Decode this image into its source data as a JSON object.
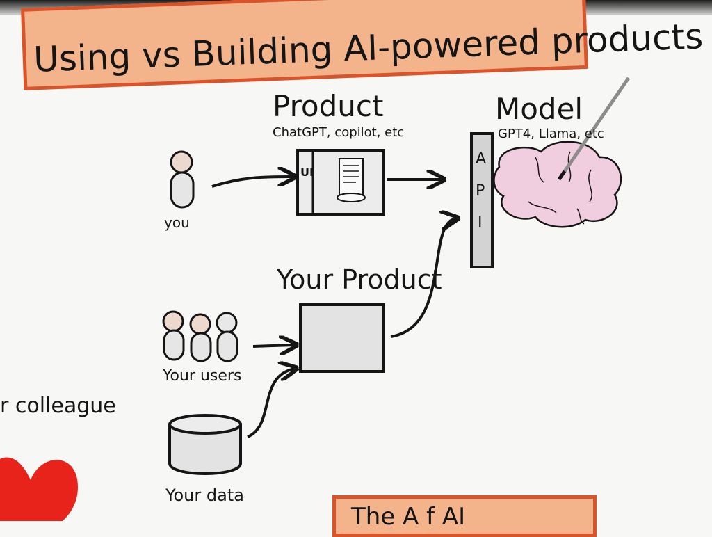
{
  "window": {
    "title_bar_text": ""
  },
  "header": {
    "title": "Using vs Building AI-powered products"
  },
  "product": {
    "label": "Product",
    "examples": "ChatGPT, copilot, etc",
    "ui_label": "UI"
  },
  "model": {
    "label": "Model",
    "examples": "GPT4, Llama, etc",
    "api_label": [
      "A",
      "P",
      "I"
    ]
  },
  "user": {
    "label": "you"
  },
  "your_product": {
    "label": "Your Product"
  },
  "your_users": {
    "label": "Your users"
  },
  "your_data": {
    "label": "Your data"
  },
  "colleague": {
    "label": "r colleague"
  },
  "next_banner": {
    "text": "The A   f AI"
  },
  "colors": {
    "banner_fill": "#f3b48c",
    "banner_border": "#d9542b",
    "heart": "#e8231c",
    "brain": "#f1cde0",
    "box_fill": "#e3e3e3",
    "ink": "#151515"
  }
}
